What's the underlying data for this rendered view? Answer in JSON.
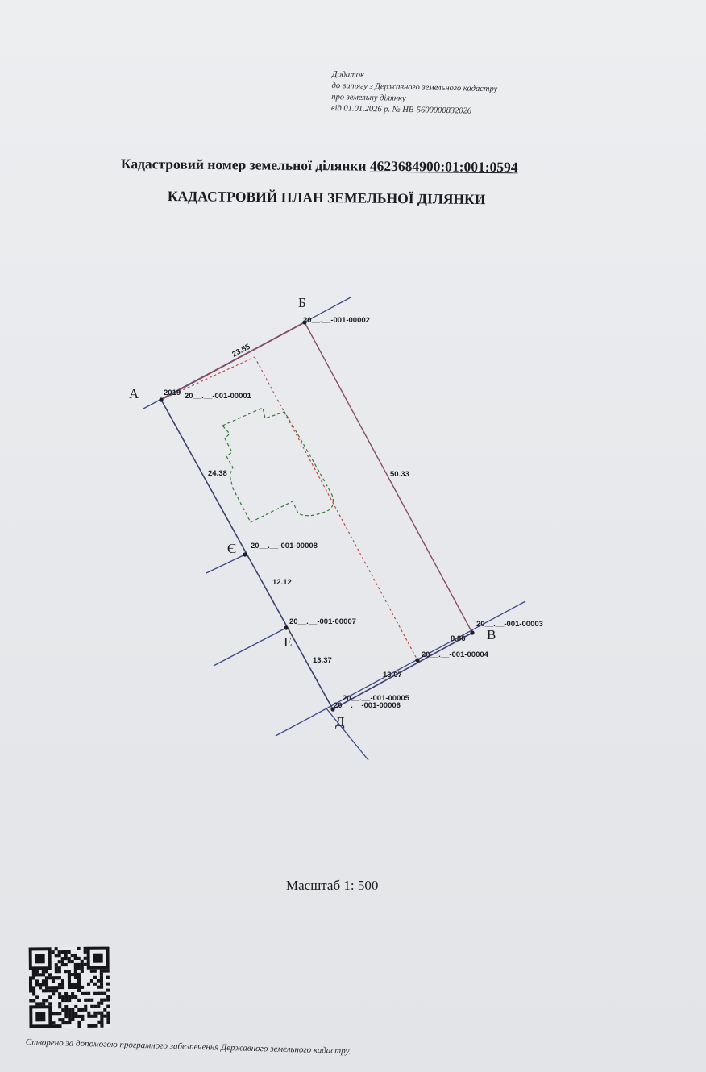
{
  "appendix": {
    "line1": "Додаток",
    "line2": "до витягу з Державного земельного кадастру",
    "line3": "про земельну ділянку",
    "line4": "від 01.01.2026 р. № НВ-5600000832026"
  },
  "header": {
    "cadastral_prefix": "Кадастровий номер земельної ділянки",
    "cadastral_number": "4623684900:01:001:0594",
    "plan_title": "КАДАСТРОВИЙ ПЛАН ЗЕМЕЛЬНОЇ ДІЛЯНКИ"
  },
  "plan": {
    "vertex_letters": {
      "a": "А",
      "b": "Б",
      "v": "В",
      "g": "Д",
      "e": "Е",
      "ye": "Є"
    },
    "side_lengths": {
      "a_b": "23.55",
      "b_v": "50.33",
      "v_p": "8.86",
      "p_g": "13.07",
      "g_e": "13.37",
      "e_ye": "12.12",
      "ye_a": "24.38"
    },
    "neighbor_labels": {
      "a": "20__.__-001-00001",
      "a_overlap": "2019",
      "b": "20__.__-001-00002",
      "v": "20__.__-001-00003",
      "p": "20__.__-001-00004",
      "g_1": "20__.__-001-00005",
      "g_2": "20__.__-001-00006",
      "e": "20__.__-001-00007",
      "ye": "20__.__-001-00008"
    },
    "colors": {
      "boundary": "#3e4170",
      "adjacent_line": "#3c4a8a",
      "neighbor_boundary": "#8a4c62",
      "inner_dashed": "#c44848",
      "building_dashed": "#3b7a3b"
    }
  },
  "scale": {
    "prefix": "Масштаб",
    "value": "1: 500"
  },
  "footer": {
    "text": "Створено за допомогою програмного забезпечення Державного земельного кадастру."
  }
}
